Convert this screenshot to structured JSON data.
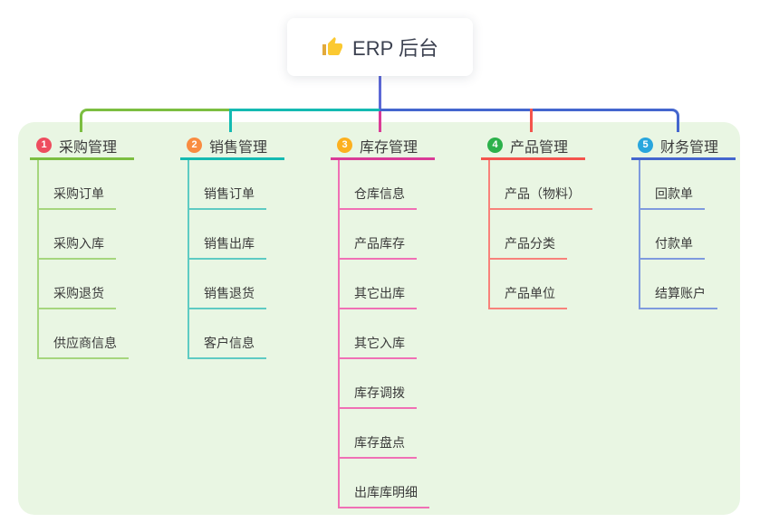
{
  "root": {
    "title": "ERP 后台",
    "icon": "thumbs-up-icon"
  },
  "connectors": {
    "trunk_color": "#5c68d6"
  },
  "panel_color": "#e9f6e3",
  "branches": [
    {
      "index": "1",
      "label": "采购管理",
      "circle_color": "#ee4d5f",
      "line_color": "#7cbe41",
      "sub_line_color": "#a6d67e",
      "children": [
        "采购订单",
        "采购入库",
        "采购退货",
        "供应商信息"
      ]
    },
    {
      "index": "2",
      "label": "销售管理",
      "circle_color": "#f98c41",
      "line_color": "#14bab2",
      "sub_line_color": "#5ecbc3",
      "children": [
        "销售订单",
        "销售出库",
        "销售退货",
        "客户信息"
      ]
    },
    {
      "index": "3",
      "label": "库存管理",
      "circle_color": "#fcb01f",
      "line_color": "#da3b97",
      "sub_line_color": "#f070b5",
      "children": [
        "仓库信息",
        "产品库存",
        "其它出库",
        "其它入库",
        "库存调拨",
        "库存盘点",
        "出库库明细"
      ]
    },
    {
      "index": "4",
      "label": "产品管理",
      "circle_color": "#2cb14b",
      "line_color": "#f4544d",
      "sub_line_color": "#f8827b",
      "children": [
        "产品（物料）",
        "产品分类",
        "产品单位"
      ]
    },
    {
      "index": "5",
      "label": "财务管理",
      "circle_color": "#29a6dd",
      "line_color": "#4466ce",
      "sub_line_color": "#7e9ade",
      "children": [
        "回款单",
        "付款单",
        "结算账户"
      ]
    }
  ]
}
